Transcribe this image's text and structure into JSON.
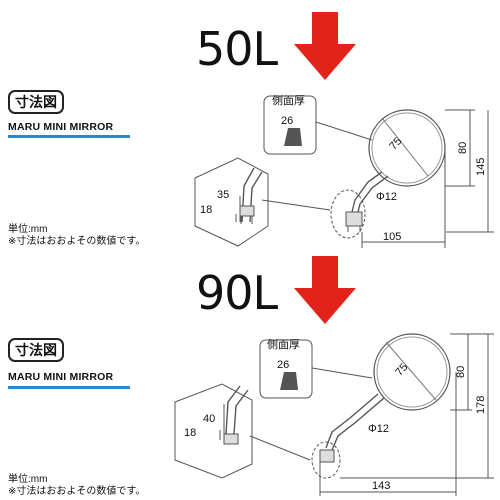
{
  "sections": [
    {
      "heading": "50L",
      "badge": "寸法図",
      "product": "MARU MINI MIRROR",
      "unit_line": "単位:mm",
      "note_line": "※寸法はおおよその数値です。",
      "callout_title": "側面厚",
      "dims": {
        "thickness": "26",
        "diameter": "75",
        "height_mirror": "80",
        "height_total": "145",
        "stem_height": "35",
        "thread": "18",
        "rod": "Φ12",
        "width": "105"
      }
    },
    {
      "heading": "90L",
      "badge": "寸法図",
      "product": "MARU MINI MIRROR",
      "unit_line": "単位:mm",
      "note_line": "※寸法はおおよその数値です。",
      "callout_title": "側面厚",
      "dims": {
        "thickness": "26",
        "diameter": "75",
        "height_mirror": "80",
        "height_total": "178",
        "stem_height": "40",
        "thread": "18",
        "rod": "Φ12",
        "width": "143"
      }
    }
  ],
  "colors": {
    "arrow": "#e2231a",
    "rule": "#2f86c7",
    "line": "#555555"
  },
  "icons": [
    "down-arrow-icon"
  ]
}
